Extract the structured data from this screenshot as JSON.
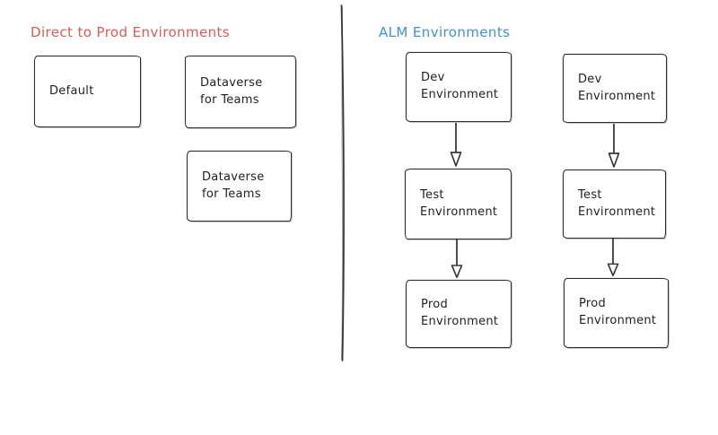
{
  "diagram": {
    "left_section": {
      "title": "Direct to Prod Environments",
      "title_color": "#e05a52",
      "boxes": [
        {
          "label": "Default"
        },
        {
          "label": "Dataverse\nfor Teams"
        },
        {
          "label": "Dataverse\nfor Teams"
        }
      ]
    },
    "right_section": {
      "title": "ALM Environments",
      "title_color": "#4190dc",
      "pipelines": [
        {
          "boxes": [
            {
              "label": "Dev\nEnvironment"
            },
            {
              "label": "Test\nEnvironment"
            },
            {
              "label": "Prod\nEnvironment"
            }
          ]
        },
        {
          "boxes": [
            {
              "label": "Dev\nEnvironment"
            },
            {
              "label": "Test\nEnvironment"
            },
            {
              "label": "Prod\nEnvironment"
            }
          ]
        }
      ]
    },
    "colors": {
      "ink": "#2e2e2e",
      "background": "#ffffff"
    }
  }
}
